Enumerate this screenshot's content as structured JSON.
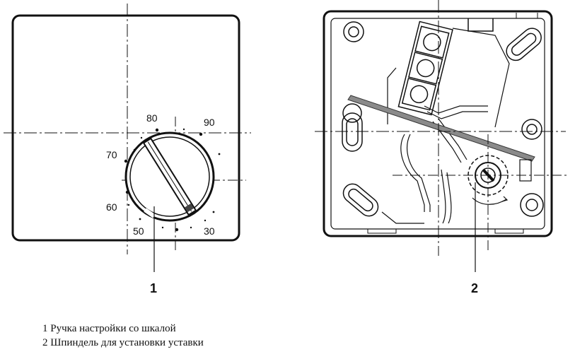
{
  "left_view": {
    "scale_labels": [
      "80",
      "90",
      "70",
      "60",
      "50",
      "30"
    ],
    "callout": "1"
  },
  "right_view": {
    "callout": "2"
  },
  "legend": {
    "items": [
      "1 Ручка настройки со шкалой",
      "2 Шпиндель для установки уставки"
    ]
  },
  "colors": {
    "line": "#111111",
    "bar": "#8a8a8a"
  }
}
